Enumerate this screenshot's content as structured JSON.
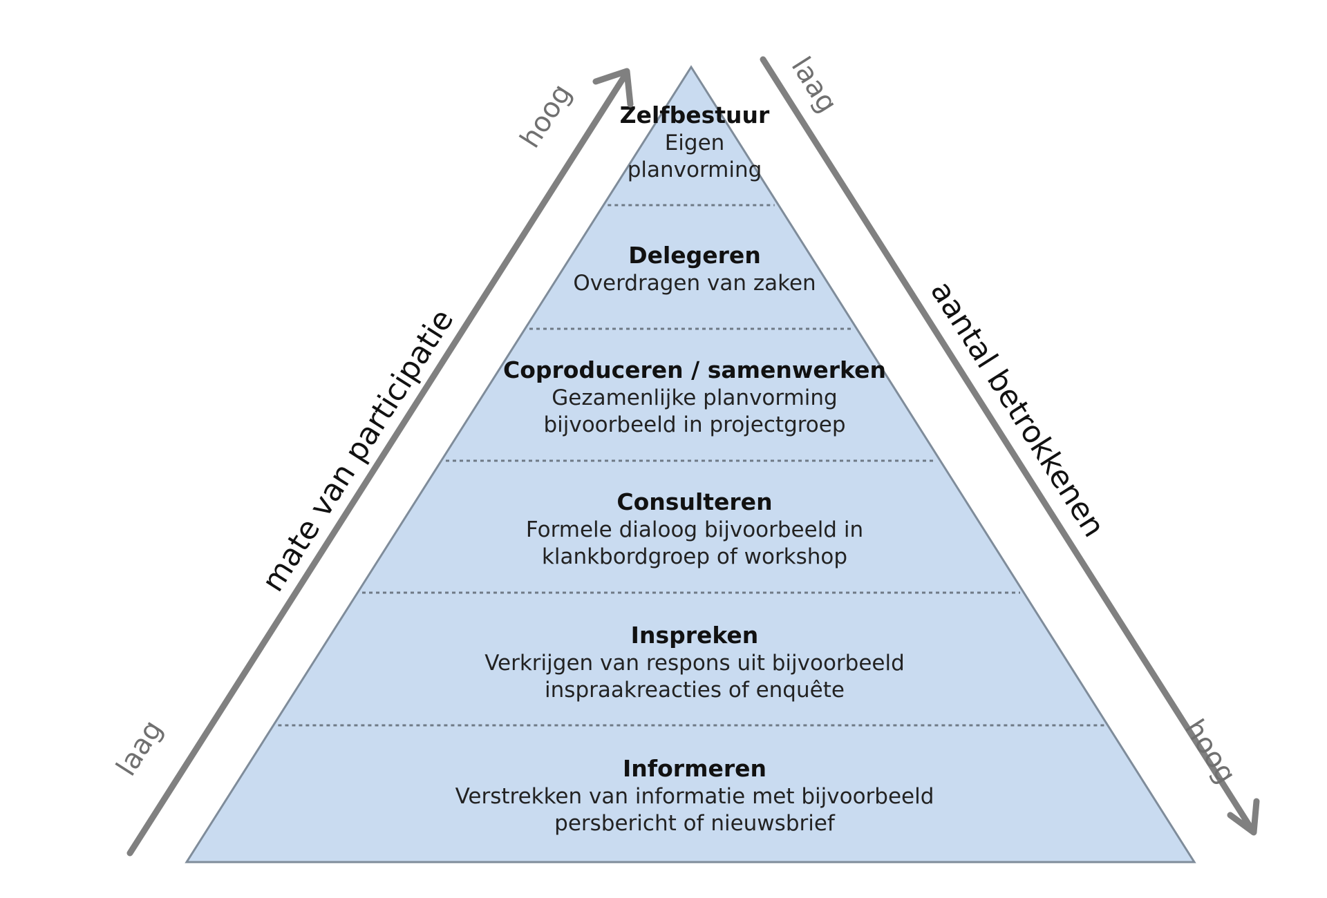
{
  "levels": [
    {
      "title": "Zelfbestuur",
      "lines": [
        "Eigen",
        "planvorming"
      ]
    },
    {
      "title": "Delegeren",
      "lines": [
        "Overdragen van zaken"
      ]
    },
    {
      "title": "Coproduceren / samenwerken",
      "lines": [
        "Gezamenlijke planvorming",
        "bijvoorbeeld in projectgroep"
      ]
    },
    {
      "title": "Consulteren",
      "lines": [
        "Formele dialoog bijvoorbeeld in",
        "klankbordgroep of workshop"
      ]
    },
    {
      "title": "Inspreken",
      "lines": [
        "Verkrijgen van respons uit bijvoorbeeld",
        "inspraakreacties of enquête"
      ]
    },
    {
      "title": "Informeren",
      "lines": [
        "Verstrekken van informatie met bijvoorbeeld",
        "persbericht of nieuwsbrief"
      ]
    }
  ],
  "left_axis": {
    "label": "mate van participatie",
    "low": "laag",
    "high": "hoog"
  },
  "right_axis": {
    "label": "aantal betrokkenen",
    "low": "laag",
    "high": "hoog"
  },
  "colors": {
    "pyramid_fill": "#c9dbf0",
    "pyramid_stroke": "#7f8c9a",
    "divider": "#6f7a86",
    "arrow": "#808080"
  }
}
